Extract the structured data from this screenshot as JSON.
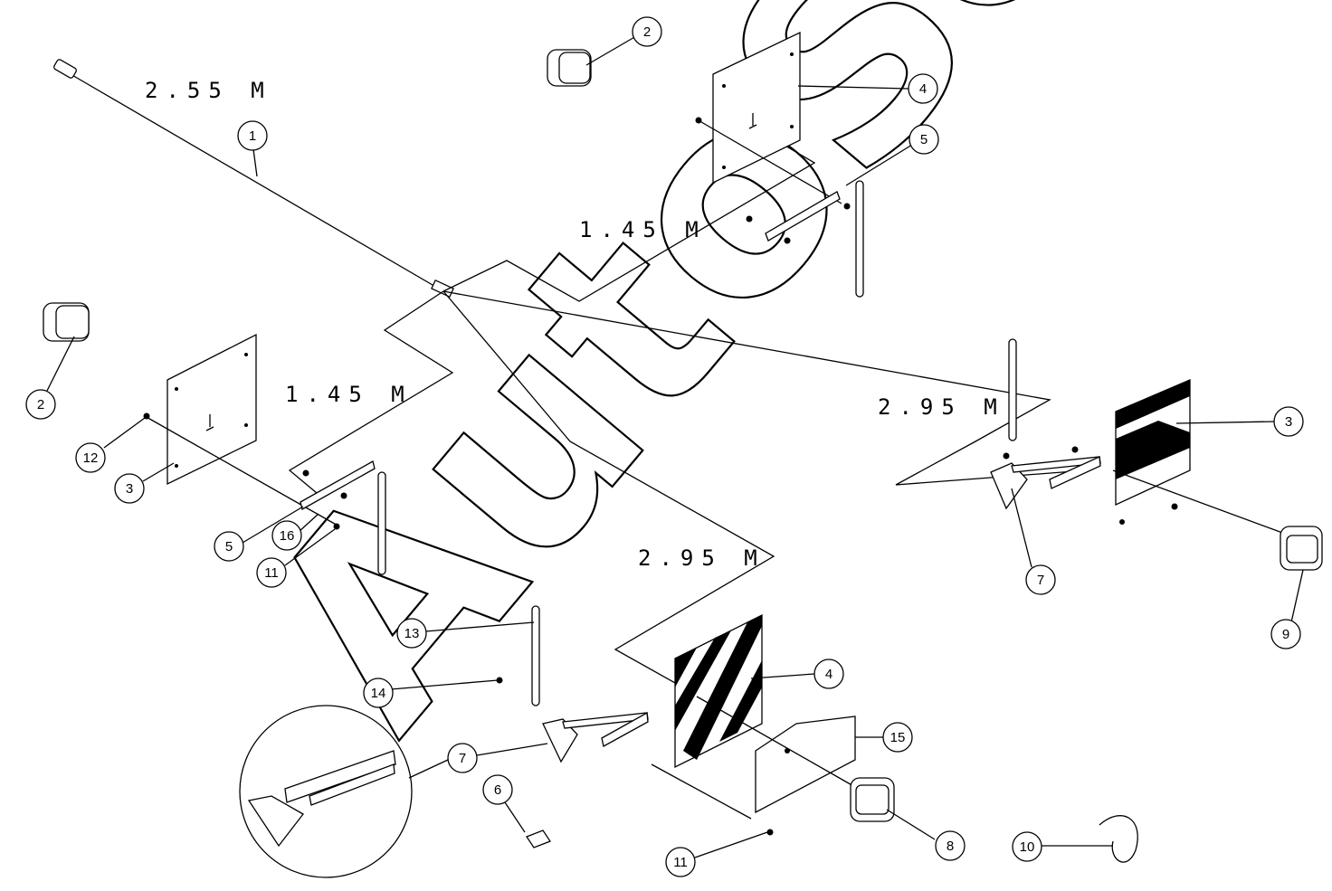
{
  "watermark": "AutoSoft",
  "dimensions": {
    "main_cable": "2.55 M",
    "branch_upper": "1.45 M",
    "branch_left": "1.45 M",
    "branch_right": "2.95 M",
    "branch_lower": "2.95 M"
  },
  "balloons": {
    "b1": "1",
    "b2_top": "2",
    "b2_left": "2",
    "b3_left": "3",
    "b3_right": "3",
    "b4_top": "4",
    "b4_bottom": "4",
    "b5_top": "5",
    "b5_left": "5",
    "b6": "6",
    "b7_right": "7",
    "b7_bottom": "7",
    "b8": "8",
    "b9": "9",
    "b10": "10",
    "b11_left": "11",
    "b11_bottom": "11",
    "b12": "12",
    "b13": "13",
    "b14": "14",
    "b15": "15",
    "b16": "16"
  },
  "colors": {
    "ink": "#000000",
    "paper": "#ffffff"
  }
}
